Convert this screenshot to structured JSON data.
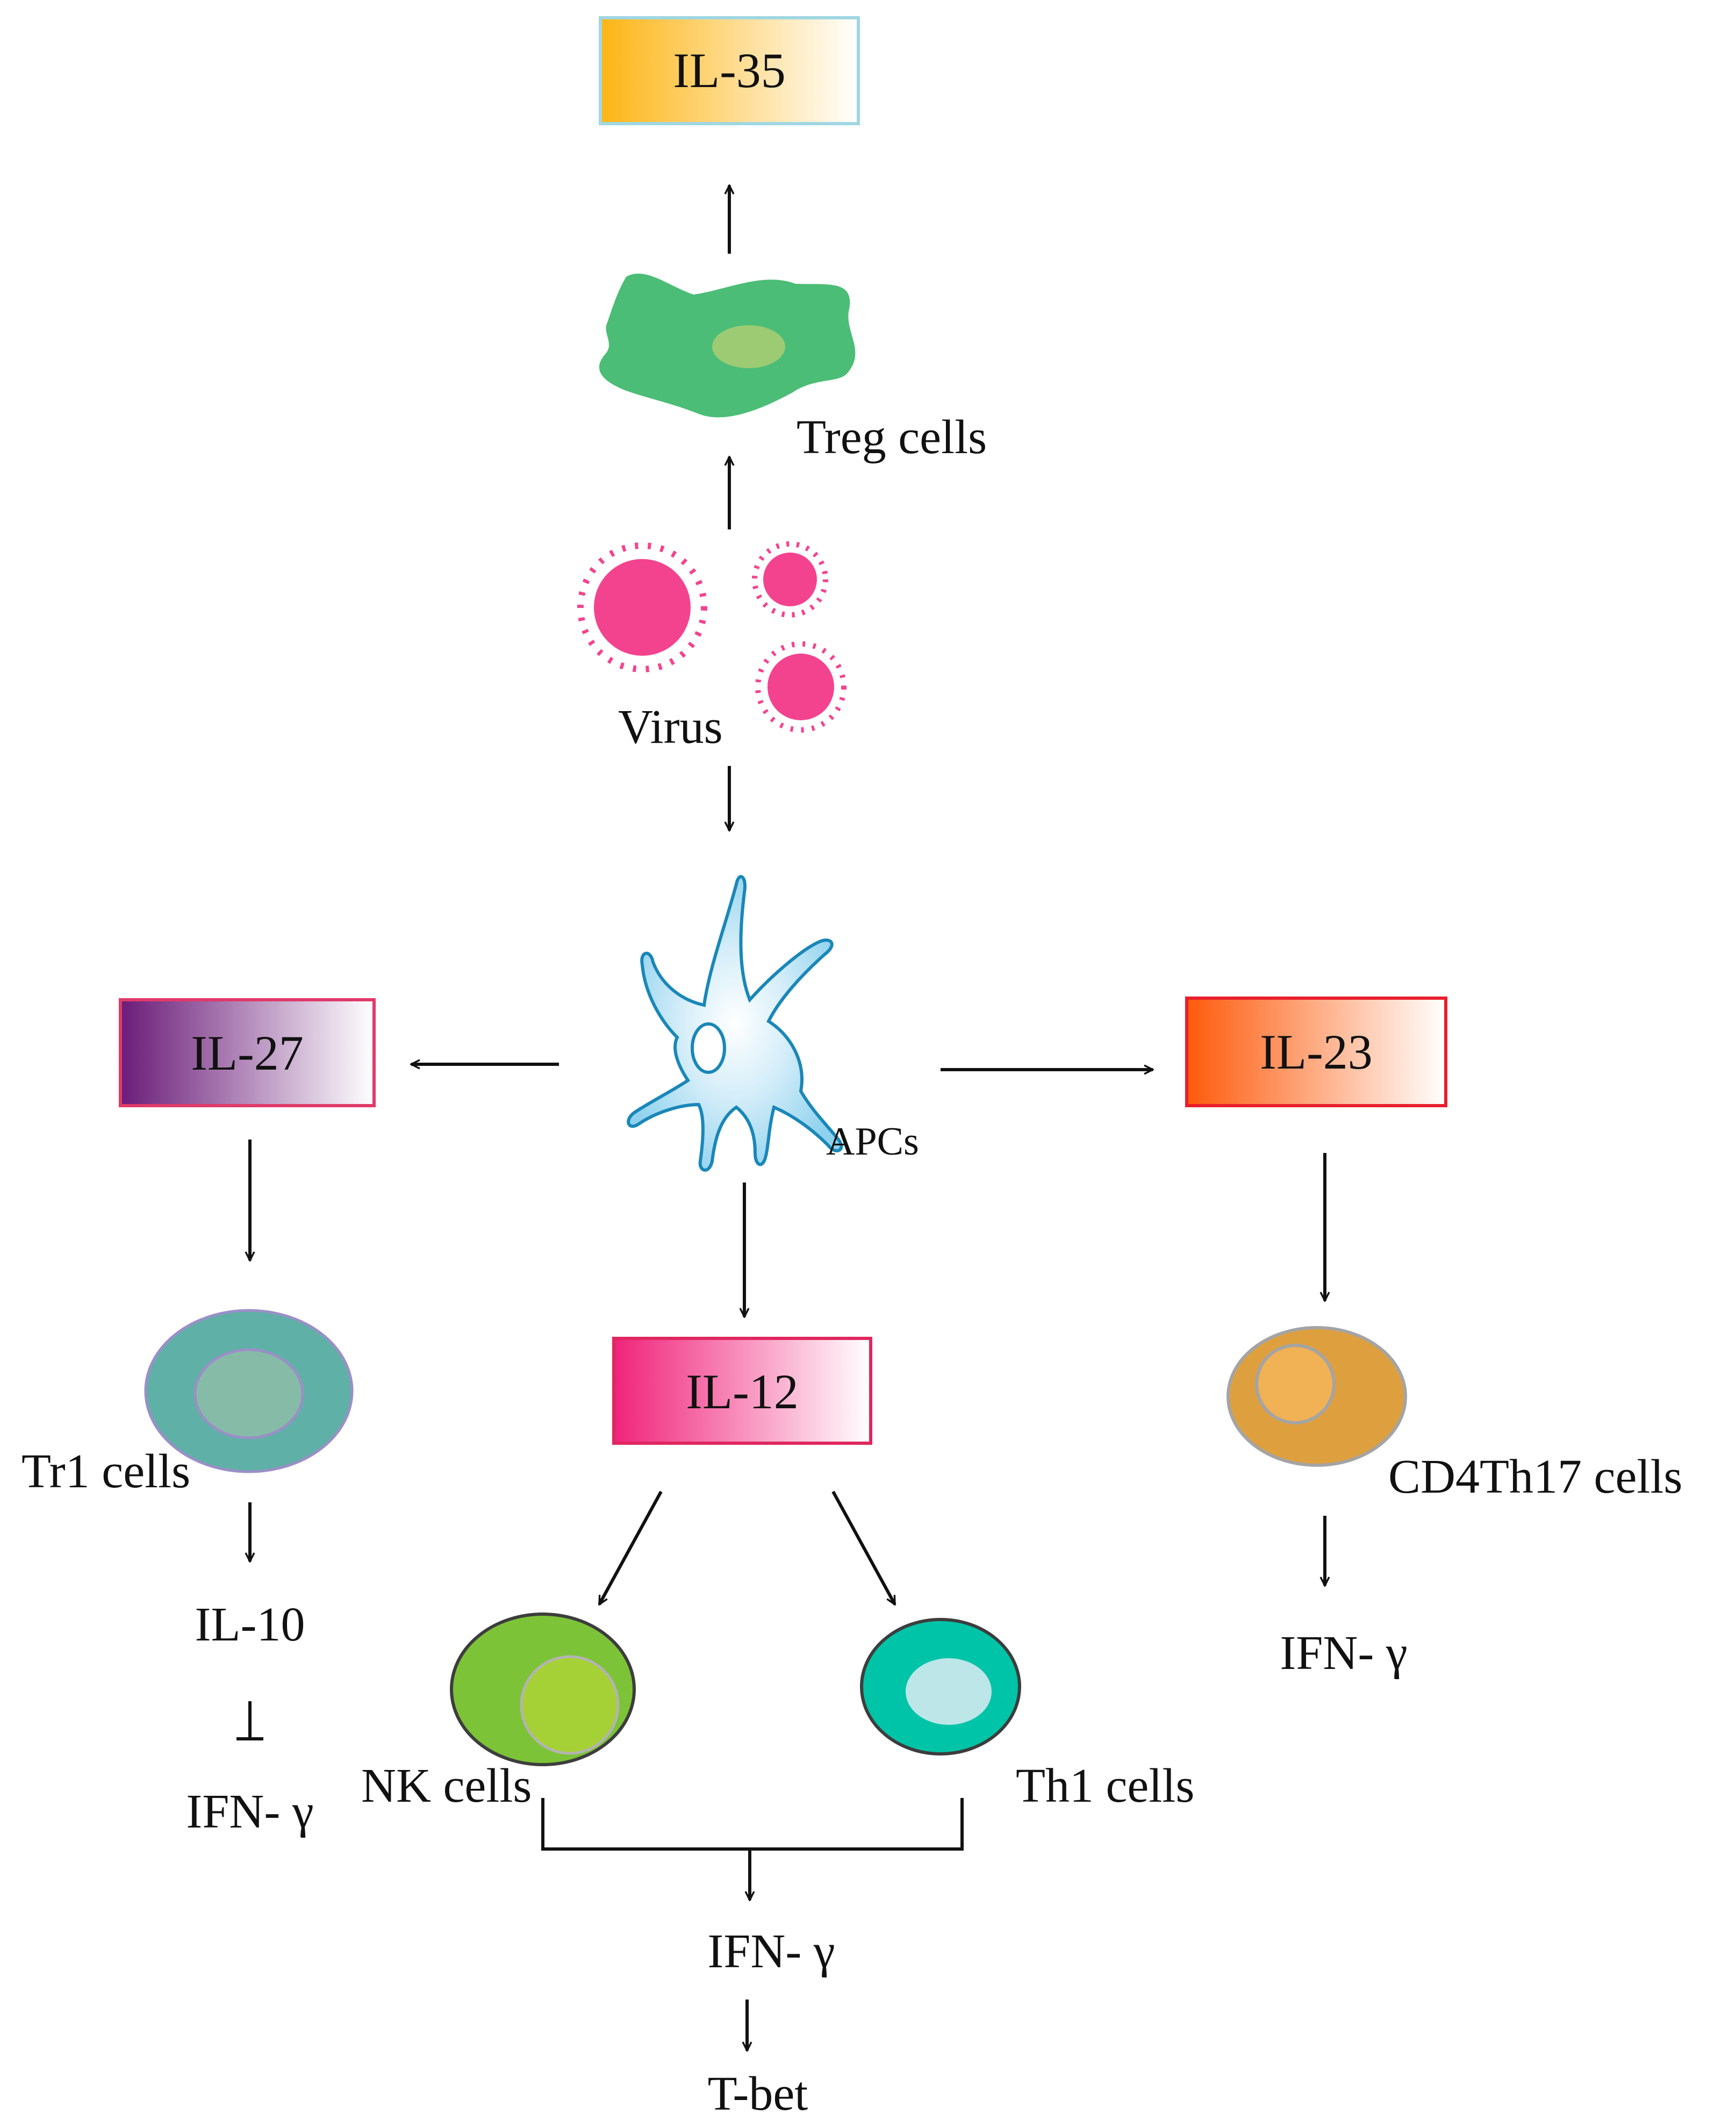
{
  "nodes": {
    "il35": "IL-35",
    "treg": "Treg cells",
    "virus": "Virus",
    "apcs": "APCs",
    "il27": "IL-27",
    "il23": "IL-23",
    "il12": "IL-12",
    "tr1": "Tr1 cells",
    "il10": "IL-10",
    "ifn_left": "IFN- γ",
    "cd4th17": "CD4Th17  cells",
    "ifn_right": "IFN- γ",
    "nk": "NK cells",
    "th1": "Th1 cells",
    "ifn_center": "IFN- γ",
    "tbet": "T-bet"
  },
  "colors": {
    "il35": "#fdb515",
    "il27": "#6a1b78",
    "il23": "#fe5a0b",
    "il12": "#f0237a",
    "treg_cell": "#4bbd76",
    "treg_nucleus": "#9ccb74",
    "virus": "#f4438e",
    "apc": "#8fd2ee",
    "tr1_cell": "#5fb0a6",
    "tr1_nucleus": "#86bca7",
    "th17_cell": "#dea03e",
    "th17_nucleus": "#f1b155",
    "nk_cell": "#7dc337",
    "nk_nucleus": "#a6d136",
    "th1_cell": "#00c4a8",
    "th1_nucleus": "#bce6e8"
  },
  "edges": [
    {
      "from": "treg",
      "to": "il35",
      "type": "activation"
    },
    {
      "from": "virus",
      "to": "treg",
      "type": "activation"
    },
    {
      "from": "virus",
      "to": "apcs",
      "type": "activation"
    },
    {
      "from": "apcs",
      "to": "il27",
      "type": "activation"
    },
    {
      "from": "apcs",
      "to": "il23",
      "type": "activation"
    },
    {
      "from": "apcs",
      "to": "il12",
      "type": "activation"
    },
    {
      "from": "il27",
      "to": "tr1",
      "type": "activation"
    },
    {
      "from": "tr1",
      "to": "il10",
      "type": "activation"
    },
    {
      "from": "il10",
      "to": "ifn_left",
      "type": "inhibition"
    },
    {
      "from": "il23",
      "to": "cd4th17",
      "type": "activation"
    },
    {
      "from": "cd4th17",
      "to": "ifn_right",
      "type": "activation"
    },
    {
      "from": "il12",
      "to": "nk",
      "type": "activation"
    },
    {
      "from": "il12",
      "to": "th1",
      "type": "activation"
    },
    {
      "from": "nk",
      "to": "ifn_center",
      "type": "activation"
    },
    {
      "from": "th1",
      "to": "ifn_center",
      "type": "activation"
    },
    {
      "from": "ifn_center",
      "to": "tbet",
      "type": "activation"
    }
  ]
}
